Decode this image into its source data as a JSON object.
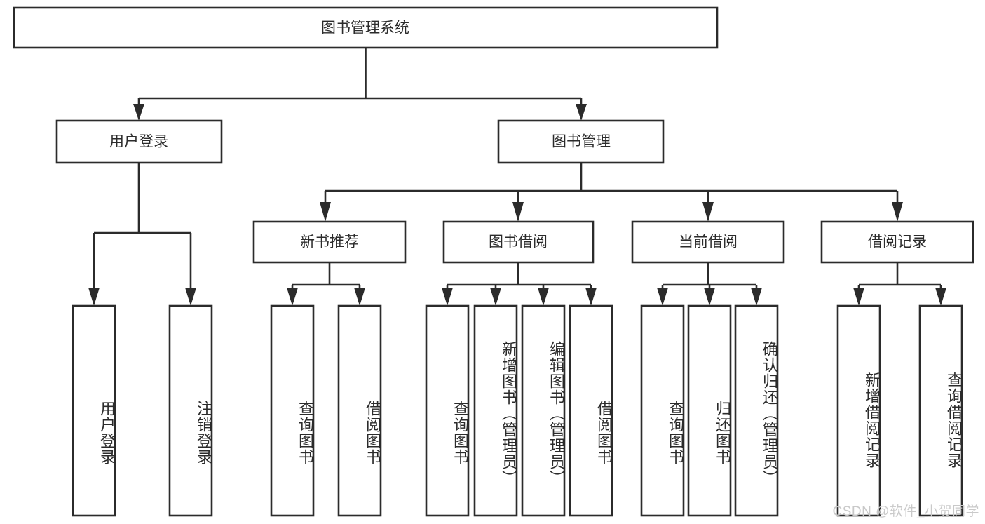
{
  "diagram": {
    "title": "图书管理系统",
    "type": "hierarchy-tree",
    "watermark": "CSDN @软件_小贺同学",
    "root": {
      "id": "root",
      "label": "图书管理系统",
      "orientation": "horizontal"
    },
    "level2": [
      {
        "id": "user-login",
        "label": "用户登录",
        "orientation": "horizontal"
      },
      {
        "id": "book-management",
        "label": "图书管理",
        "orientation": "horizontal"
      }
    ],
    "level3": [
      {
        "id": "new-book-recommend",
        "label": "新书推荐",
        "orientation": "horizontal",
        "parent": "book-management"
      },
      {
        "id": "book-borrow",
        "label": "图书借阅",
        "orientation": "horizontal",
        "parent": "book-management"
      },
      {
        "id": "current-borrow",
        "label": "当前借阅",
        "orientation": "horizontal",
        "parent": "book-management"
      },
      {
        "id": "borrow-record",
        "label": "借阅记录",
        "orientation": "horizontal",
        "parent": "book-management"
      }
    ],
    "leaves": [
      {
        "id": "leaf-user-login",
        "label": "用户登录",
        "orientation": "vertical",
        "parent": "user-login"
      },
      {
        "id": "leaf-user-logout",
        "label": "注销登录",
        "orientation": "vertical",
        "parent": "user-login"
      },
      {
        "id": "leaf-query-book-1",
        "label": "查询图书",
        "orientation": "vertical",
        "parent": "new-book-recommend"
      },
      {
        "id": "leaf-borrow-book-1",
        "label": "借阅图书",
        "orientation": "vertical",
        "parent": "new-book-recommend"
      },
      {
        "id": "leaf-query-book-2",
        "label": "查询图书",
        "orientation": "vertical",
        "parent": "book-borrow"
      },
      {
        "id": "leaf-add-book",
        "label": "新增图书（管理员）",
        "orientation": "vertical",
        "parent": "book-borrow"
      },
      {
        "id": "leaf-edit-book",
        "label": "编辑图书（管理员）",
        "orientation": "vertical",
        "parent": "book-borrow"
      },
      {
        "id": "leaf-borrow-book-2",
        "label": "借阅图书",
        "orientation": "vertical",
        "parent": "book-borrow"
      },
      {
        "id": "leaf-query-book-3",
        "label": "查询图书",
        "orientation": "vertical",
        "parent": "current-borrow"
      },
      {
        "id": "leaf-return-book",
        "label": "归还图书",
        "orientation": "vertical",
        "parent": "current-borrow"
      },
      {
        "id": "leaf-confirm-return",
        "label": "确认归还（管理员）",
        "orientation": "vertical",
        "parent": "current-borrow"
      },
      {
        "id": "leaf-add-record",
        "label": "新增借阅记录",
        "orientation": "vertical",
        "parent": "borrow-record"
      },
      {
        "id": "leaf-query-record",
        "label": "查询借阅记录",
        "orientation": "vertical",
        "parent": "borrow-record"
      }
    ],
    "colors": {
      "stroke": "#2b2b2b",
      "fill": "#ffffff",
      "text": "#2b2b2b",
      "watermark": "#c9c9c9",
      "background": "#ffffff"
    }
  }
}
